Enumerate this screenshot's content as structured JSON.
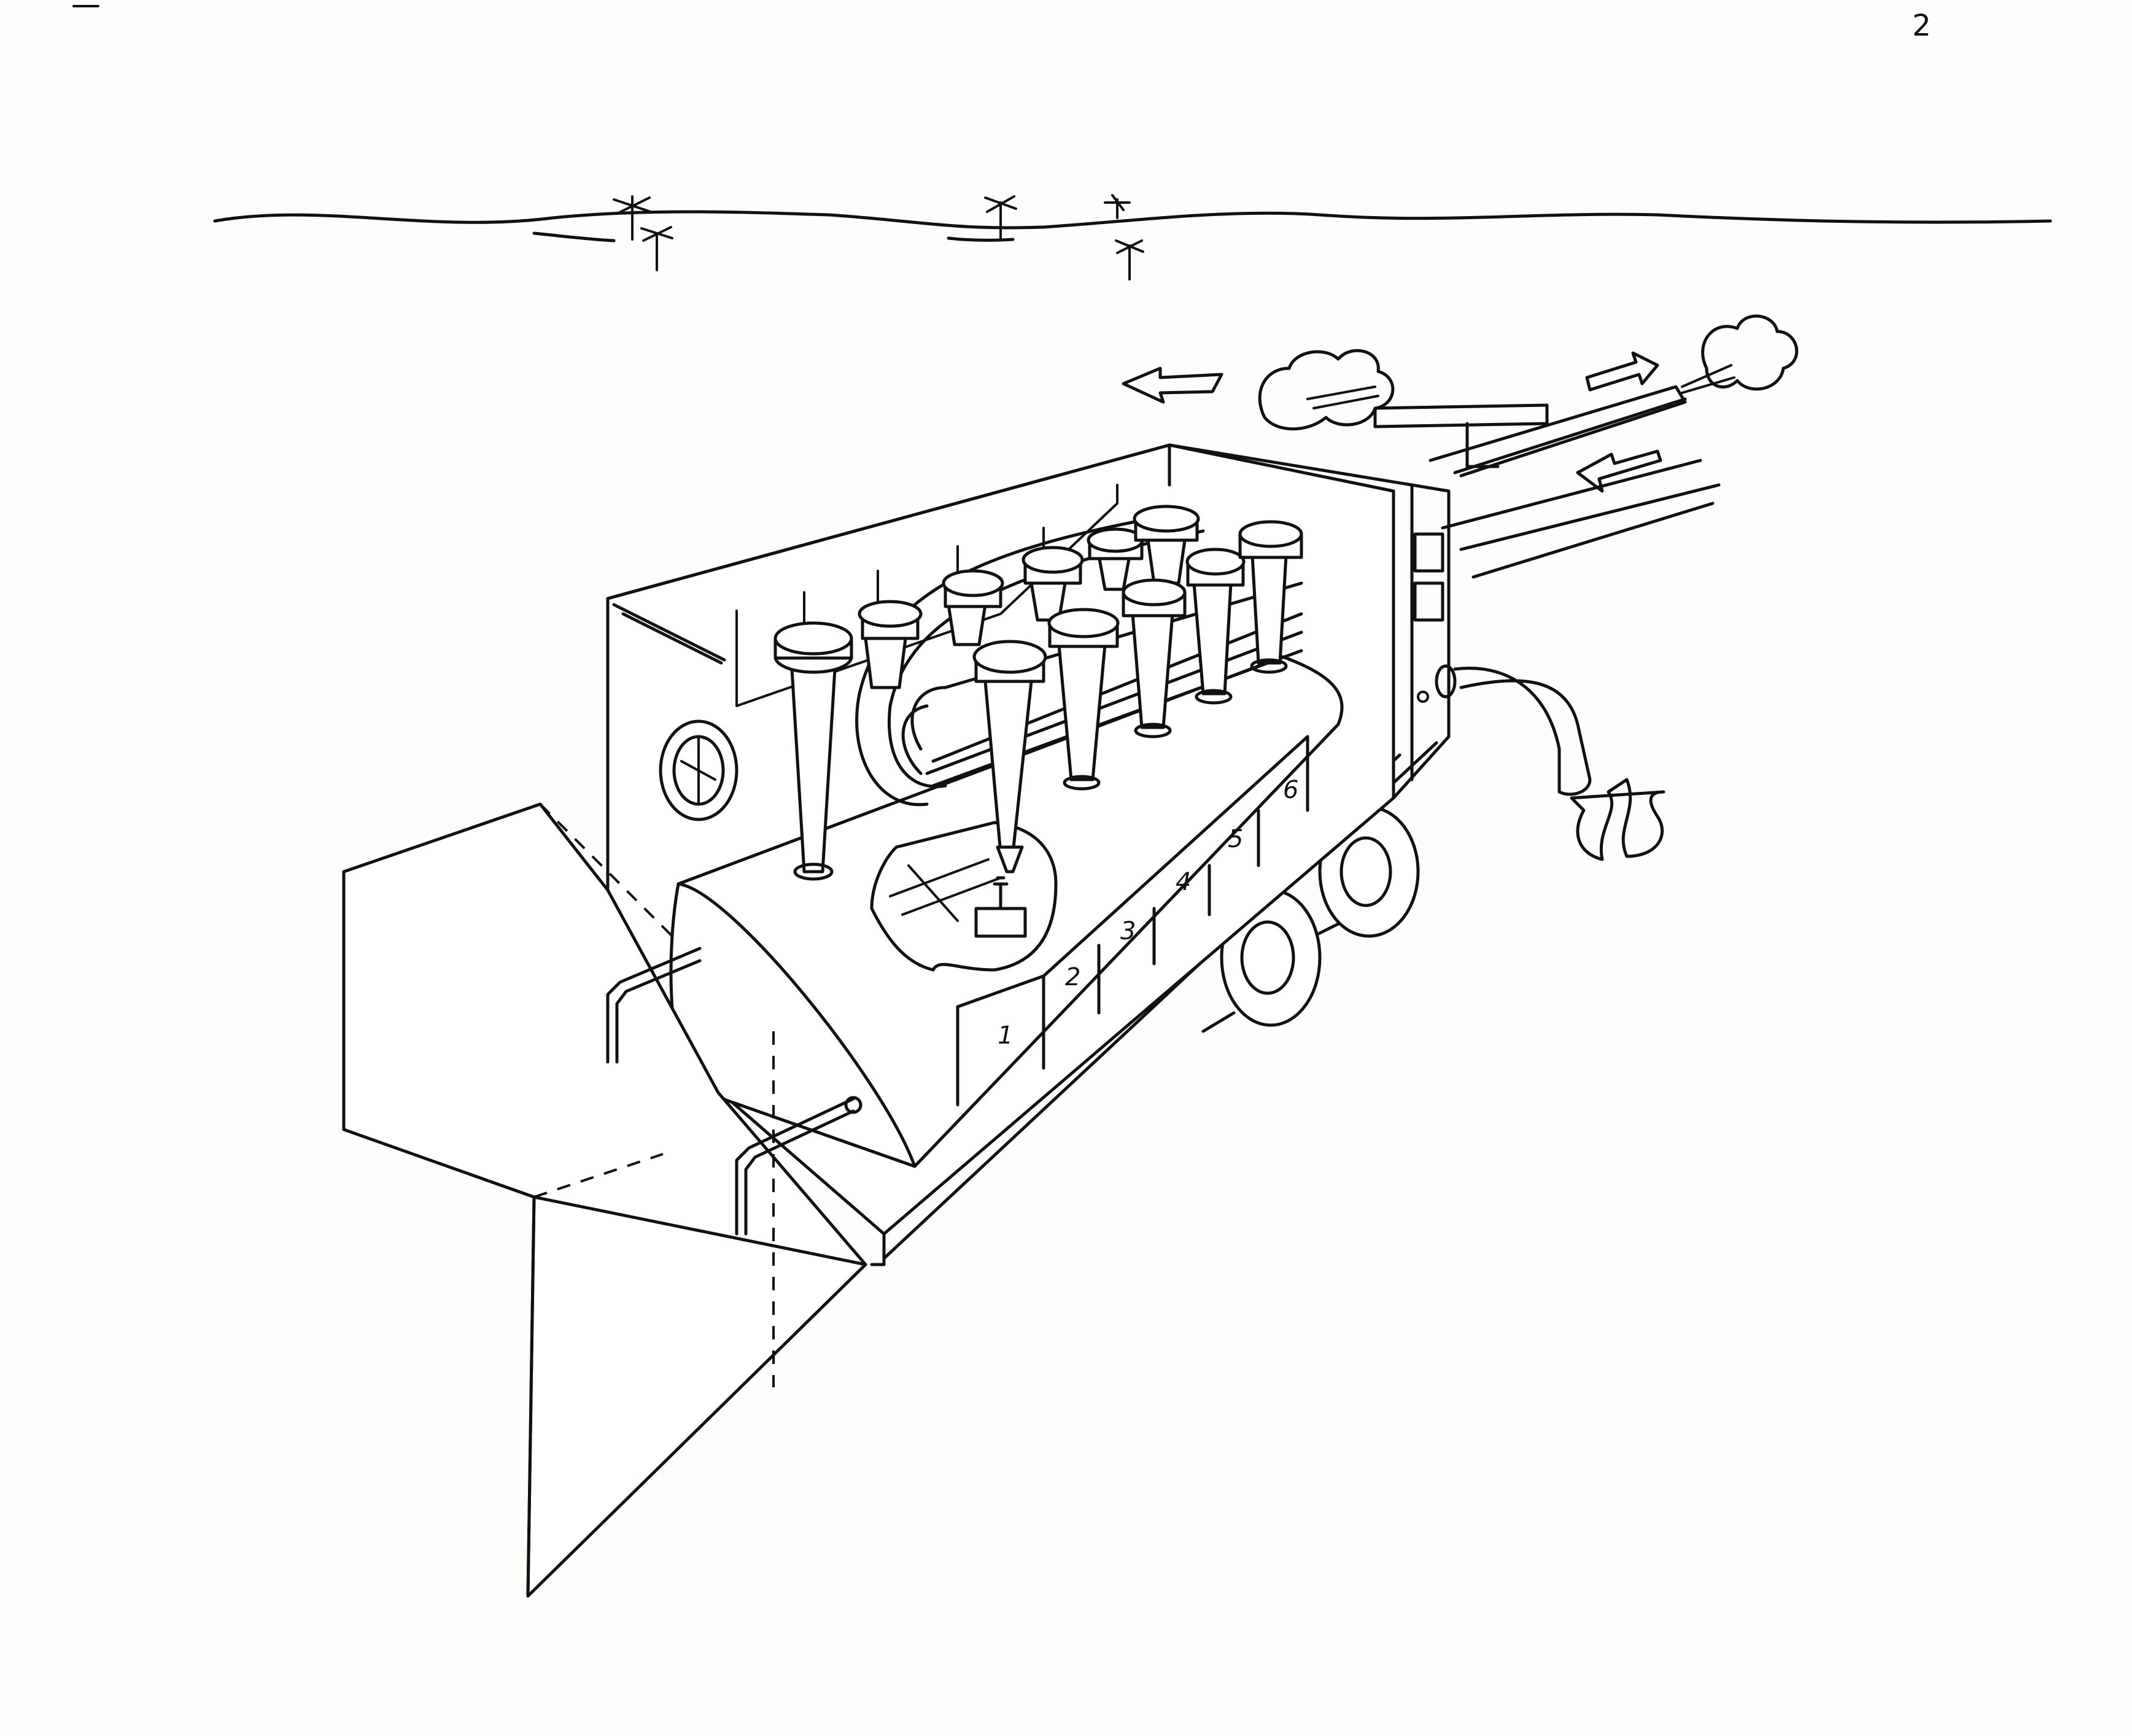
{
  "page_mark": "2",
  "chamber_labels": [
    "1",
    "2",
    "3",
    "4",
    "5",
    "6"
  ],
  "colors": {
    "ink": "#111111",
    "paper": "#fdfdfb"
  }
}
